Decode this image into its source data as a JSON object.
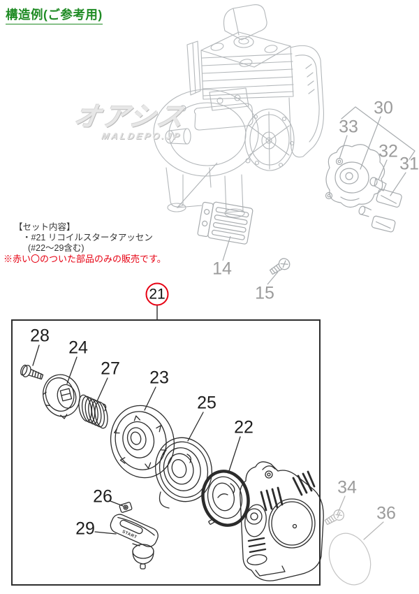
{
  "page": {
    "title": "構造例(ご参考用)"
  },
  "watermark": {
    "brand": "オアシス",
    "site": "MALDEPO.JP"
  },
  "set_info": {
    "heading": "【セット内容】",
    "item": "・#21 リコイルスタータアッセン",
    "item_note": "(#22〜29含む)",
    "notice": "※赤い〇のついた部品のみの販売です。"
  },
  "assembly_callout": "21",
  "part_labels": {
    "p14": "14",
    "p15": "15",
    "p22": "22",
    "p23": "23",
    "p24": "24",
    "p25": "25",
    "p26": "26",
    "p27": "27",
    "p28": "28",
    "p29": "29",
    "p30": "30",
    "p31": "31",
    "p32": "32",
    "p33": "33",
    "p34": "34",
    "p36": "36"
  },
  "handle_text": "START",
  "colors": {
    "title_green": "#1f8b24",
    "notice_red": "#e60012",
    "callout_red": "#e60012",
    "label_gray": "#9b9b9b",
    "line_gray": "#b3b7ba",
    "line_black": "#2b2b2b"
  }
}
